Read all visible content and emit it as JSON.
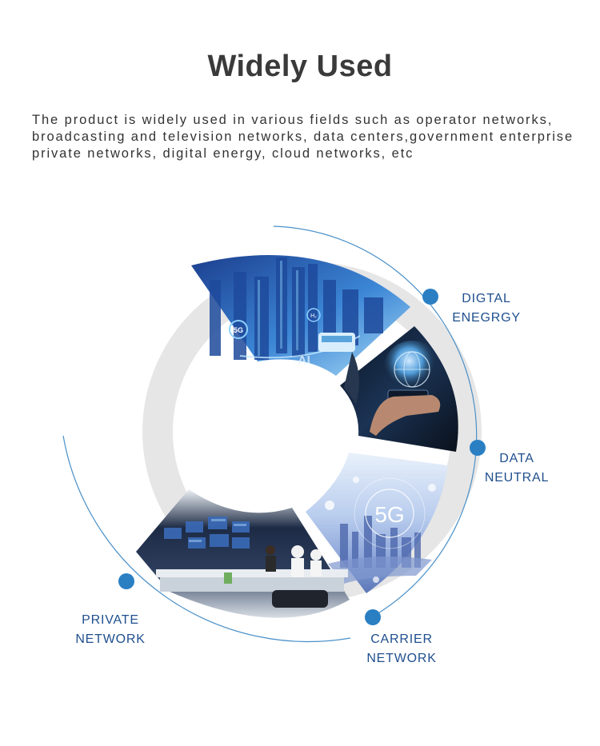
{
  "header": {
    "title": "Widely Used"
  },
  "description": {
    "lines": [
      "The product is widely used in various fields such as operator networks,",
      "broadcasting and television networks, data centers,government enterprise",
      "private networks, digital energy, cloud networks, etc"
    ]
  },
  "segments": {
    "digital_energy": {
      "line1": "DIGTAL",
      "line2": "ENEGRGY"
    },
    "data_neutral": {
      "line1": "DATA",
      "line2": "NEUTRAL"
    },
    "carrier_network": {
      "line1": "CARRIER",
      "line2": "NETWORK"
    },
    "private_network": {
      "line1": "PRIVATE",
      "line2": "NETWORK"
    }
  },
  "photo_text": {
    "badge_5g": "5G",
    "badge_h": "H₂",
    "tag_ai": "AI",
    "big_5g": "5G"
  },
  "colors": {
    "accent": "#2a7fc3",
    "label": "#1f4f8e",
    "ring": "#e6e6e6",
    "arc": "#4a90c8",
    "title": "#3a3a3a"
  }
}
